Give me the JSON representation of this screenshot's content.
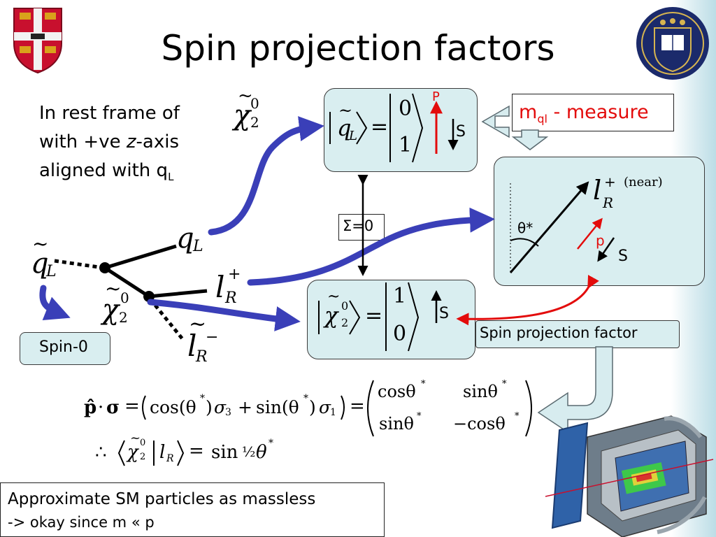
{
  "slide": {
    "title": "Spin projection factors",
    "intro": {
      "line1_prefix": "In rest frame of",
      "line2_prefix": "with +ve ",
      "line2_italic": "z",
      "line2_suffix": "-axis",
      "line3_prefix": "aligned with q",
      "line3_sub": "L"
    },
    "labels": {
      "sigma_zero": "Σ=0",
      "spin_zero": "Spin-0",
      "mql_prefix": "m",
      "mql_sub": "ql",
      "mql_suffix": " - measure",
      "spin_projection_factor": "Spin projection factor",
      "theta_star": "θ*",
      "near": "(near)",
      "p_upper": "P",
      "p_lower": "p",
      "s_top": "S",
      "s_mid": "S",
      "s_right": "S"
    },
    "note": {
      "line1": "Approximate SM particles as massless",
      "line2": "-> okay since m « p"
    },
    "math_glyphs": {
      "q": "q",
      "l": "l",
      "chi": "χ",
      "tilde": "~",
      "sub_L": "L",
      "sub_R": "R",
      "sub_2": "2",
      "sup_0": "0",
      "sup_plus": "+",
      "sup_minus": "−",
      "digit_0": "0",
      "digit_1": "1",
      "equals": "=",
      "therefore": "∴",
      "p_bold": "p̂",
      "sigma_bold": "σ",
      "dot": "·",
      "cos_term": "cos(θ",
      "sin_term": "sin(θ",
      "star": "*",
      "sigma3": "σ",
      "sub_3": "3",
      "sub_1": "1",
      "plus": "+",
      "cos_theta": "cosθ",
      "sin_theta": "sinθ",
      "neg_cos_theta": "−cosθ",
      "sin_half": "sin",
      "half": "½",
      "theta": "θ"
    },
    "colors": {
      "arrow_blue": "#3a3fb8",
      "box_fill": "#d9eef0",
      "red": "#e30b0b",
      "block_arrow": "#d7ecef"
    },
    "icons": {
      "left_crest": "cambridge-crest-icon",
      "right_crest": "oxford-seal-icon",
      "detector": "particle-detector-icon"
    }
  }
}
